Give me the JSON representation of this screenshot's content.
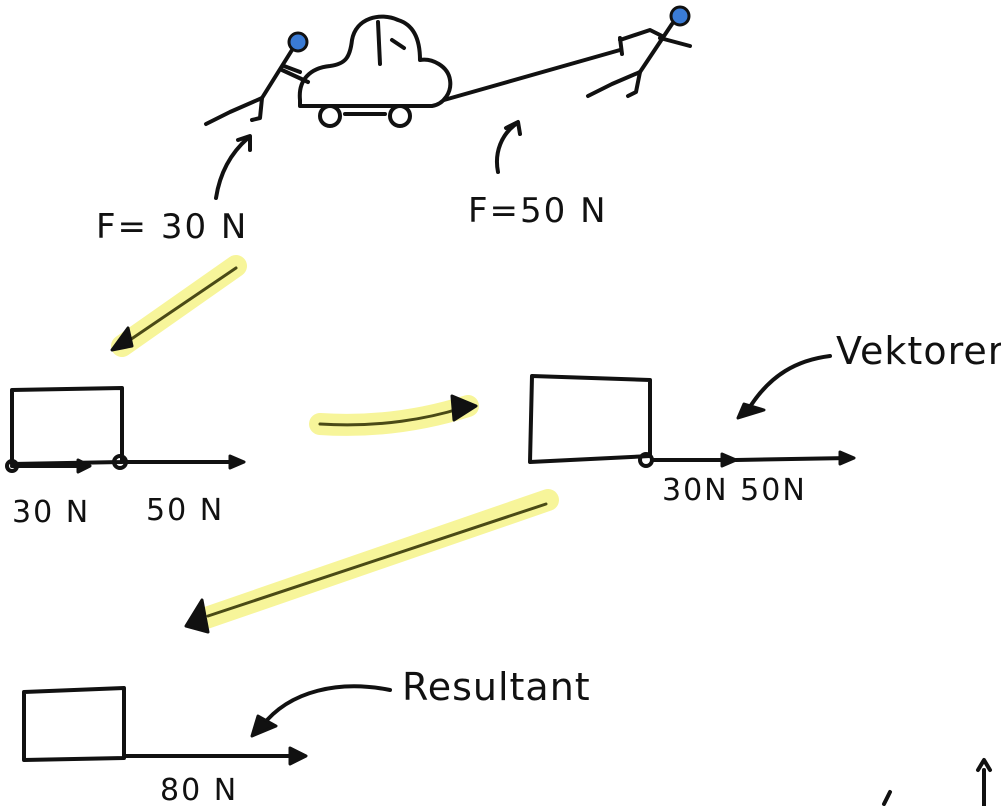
{
  "labels": {
    "force_left": "F= 30 N",
    "force_right": "F=50 N",
    "box1_left": "30 N",
    "box1_right": "50 N",
    "box2": "30N  50N",
    "vektorer": "Vektorer",
    "resultant": "Resultant",
    "box3": "80 N"
  },
  "colors": {
    "ink": "#111111",
    "highlight": "#f7f59a",
    "head_blue": "#3a7bd5"
  }
}
